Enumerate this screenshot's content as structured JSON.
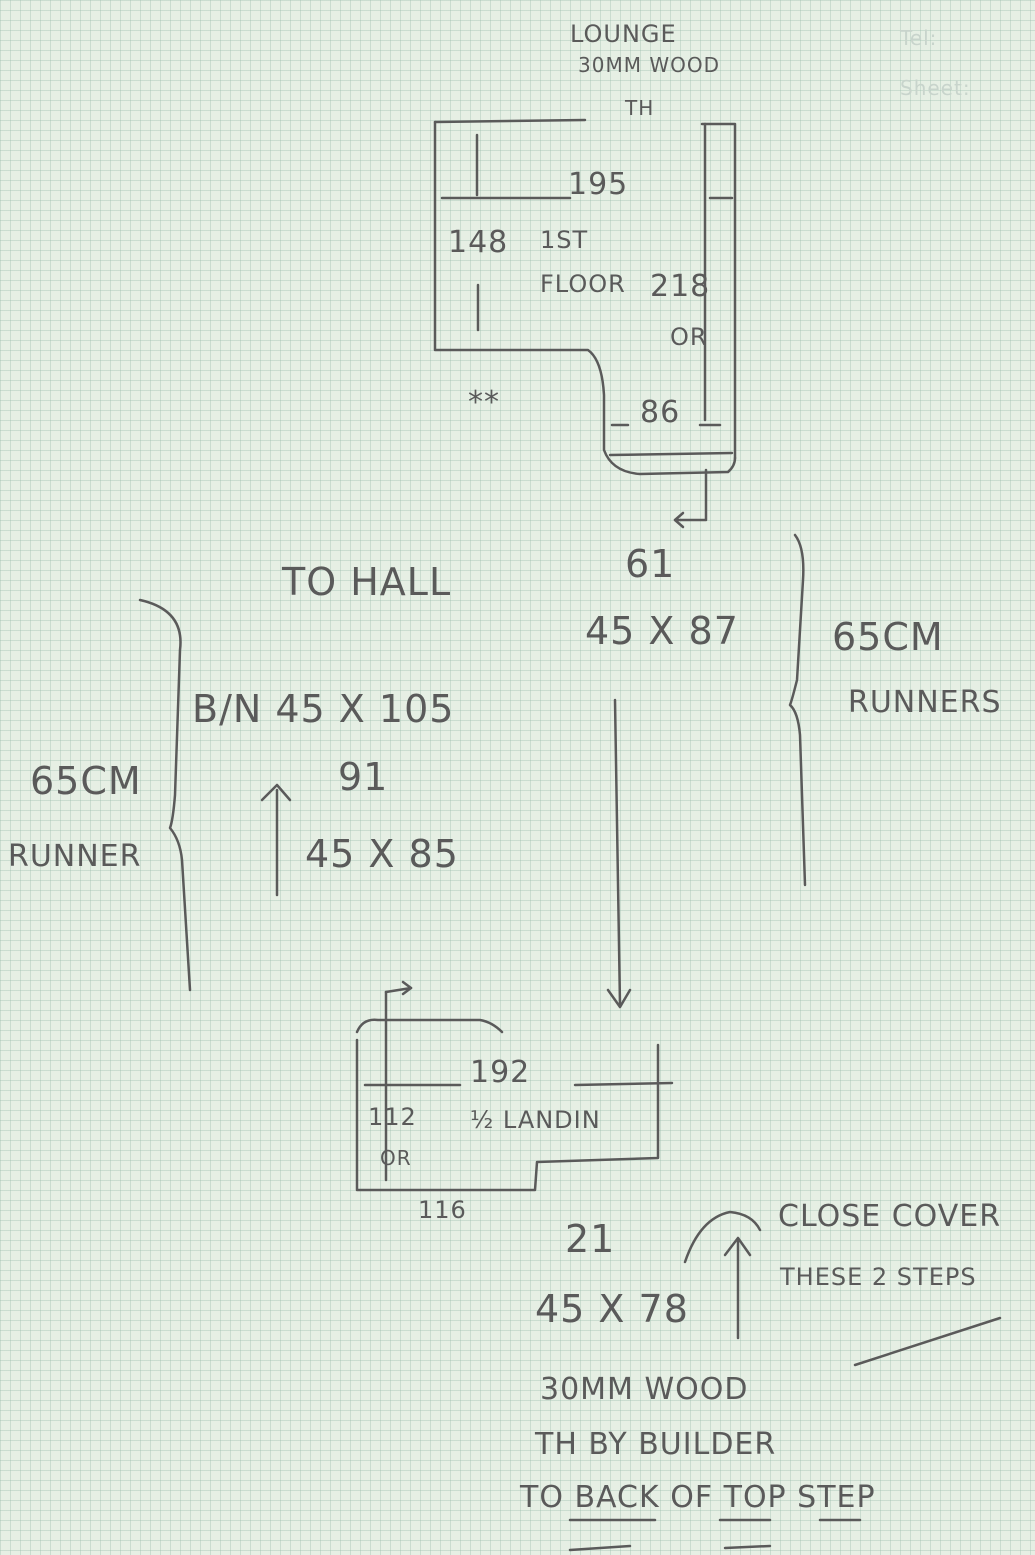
{
  "header": {
    "tel_label": "Tel:",
    "sheet_label": "Sheet:"
  },
  "top_plan": {
    "title_line1": "LOUNGE",
    "title_line2": "30MM WOOD",
    "title_line3": "TH",
    "width_label": "195",
    "left_depth_label": "148",
    "floor_line1": "1ST",
    "floor_line2": "FLOOR",
    "right_depth_label": "218",
    "right_depth_alt": "OR",
    "step_width_label": "86",
    "marker": "**"
  },
  "upper_flight": {
    "step_count": "61",
    "step_size": "45 X 87",
    "runner_line1": "65CM",
    "runner_line2": "RUNNERS"
  },
  "hall_flight": {
    "title": "TO HALL",
    "line1": "B/N 45 X 105",
    "step_count": "91",
    "step_size": "45 X 85",
    "runner_line1": "65CM",
    "runner_line2": "RUNNER"
  },
  "landing_plan": {
    "width_label": "192",
    "depth_label": "112",
    "depth_alt": "OR",
    "name": "½ LANDIN",
    "bottom_label": "116"
  },
  "bottom_flight": {
    "step_count": "21",
    "step_size": "45 X 78",
    "note_line1": "CLOSE COVER",
    "note_line2": "THESE 2 STEPS",
    "footer_line1": "30MM WOOD",
    "footer_line2": "TH BY BUILDER",
    "footer_line3": "TO BACK OF TOP STEP"
  }
}
